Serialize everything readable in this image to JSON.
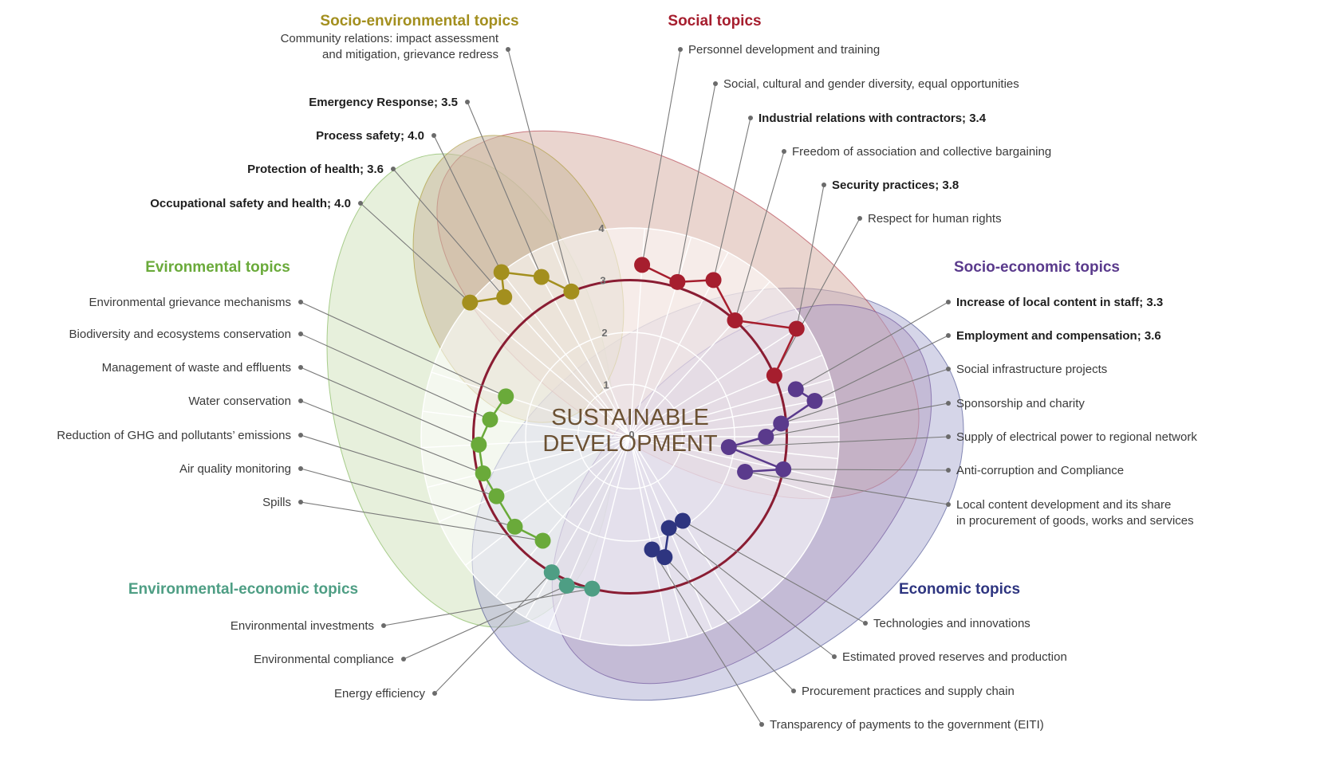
{
  "chart_data": {
    "type": "radar",
    "center_text": [
      "SUSTAINABLE",
      "DEVELOPMENT"
    ],
    "rlim": [
      0,
      4
    ],
    "ticks": [
      "0",
      "1",
      "2",
      "3",
      "4"
    ],
    "categories": [
      {
        "id": "social",
        "title": "Social topics",
        "color": "#a61e2e",
        "fill": "#d9b3a8"
      },
      {
        "id": "socioeco",
        "title": "Socio-economic topics",
        "color": "#5a3a8c",
        "fill": "#b6a6c6"
      },
      {
        "id": "economic",
        "title": "Economic topics",
        "color": "#2e3580",
        "fill": "#b3b3d6"
      },
      {
        "id": "envecon",
        "title": "Environmental-economic topics",
        "color": "#4e9e84",
        "fill": "#c4d6c8"
      },
      {
        "id": "env",
        "title": "Evironmental topics",
        "color": "#6aaa3a",
        "fill": "#d3e3c0"
      },
      {
        "id": "socioenv",
        "title": "Socio-environmental topics",
        "color": "#a38f1e",
        "fill": "#cbb9a0"
      }
    ],
    "topics": [
      {
        "label": "Personnel development and training",
        "value": 3.3,
        "group": "social"
      },
      {
        "label": "Social, cultural and gender diversity, equal opportunities",
        "value": 3.1,
        "group": "social"
      },
      {
        "label": "Industrial relations with contractors; 3.4",
        "value": 3.4,
        "group": "social",
        "bold": true
      },
      {
        "label": "Freedom of association and collective bargaining",
        "value": 3.0,
        "group": "social"
      },
      {
        "label": "Security practices; 3.8",
        "value": 3.8,
        "group": "social",
        "bold": true
      },
      {
        "label": "Respect for human rights",
        "value": 3.0,
        "group": "social"
      },
      {
        "label": "Increase of local content in staff; 3.3",
        "value": 3.3,
        "group": "socioeco",
        "bold": true
      },
      {
        "label": "Employment and compensation; 3.6",
        "value": 3.6,
        "group": "socioeco",
        "bold": true
      },
      {
        "label": "Social infrastructure projects",
        "value": 2.9,
        "group": "socioeco"
      },
      {
        "label": "Sponsorship and charity",
        "value": 2.6,
        "group": "socioeco"
      },
      {
        "label": "Supply of electrical power to regional network",
        "value": 1.9,
        "group": "socioeco"
      },
      {
        "label": "Anti-corruption and Compliance",
        "value": 3.0,
        "group": "socioeco"
      },
      {
        "label": "Local content development and its share\nin procurement of goods, works and services",
        "value": 2.3,
        "group": "socioeco"
      },
      {
        "label": "Technologies and innovations",
        "value": 1.9,
        "group": "economic"
      },
      {
        "label": "Estimated proved reserves and production",
        "value": 1.9,
        "group": "economic"
      },
      {
        "label": "Procurement practices and supply chain",
        "value": 2.4,
        "group": "economic"
      },
      {
        "label": "Transparency of payments to the government (EITI)",
        "value": 2.2,
        "group": "economic"
      },
      {
        "label": "Environmental investments",
        "value": 3.0,
        "group": "envecon"
      },
      {
        "label": "Environmental compliance",
        "value": 3.1,
        "group": "envecon"
      },
      {
        "label": "Energy efficiency",
        "value": 3.0,
        "group": "envecon"
      },
      {
        "label": "Spills",
        "value": 2.6,
        "group": "env"
      },
      {
        "label": "Air quality monitoring",
        "value": 2.8,
        "group": "env"
      },
      {
        "label": "Reduction of GHG and pollutants’ emissions",
        "value": 2.8,
        "group": "env"
      },
      {
        "label": "Water conservation",
        "value": 2.9,
        "group": "env"
      },
      {
        "label": "Management of waste and effluents",
        "value": 2.9,
        "group": "env"
      },
      {
        "label": "Biodiversity and ecosystems conservation",
        "value": 2.7,
        "group": "env"
      },
      {
        "label": "Environmental grievance mechanisms",
        "value": 2.5,
        "group": "env"
      },
      {
        "label": "Occupational safety and health; 4.0",
        "value": 4.0,
        "group": "socioenv",
        "bold": true
      },
      {
        "label": "Protection of health; 3.6",
        "value": 3.6,
        "group": "socioenv",
        "bold": true
      },
      {
        "label": "Process safety; 4.0",
        "value": 4.0,
        "group": "socioenv",
        "bold": true
      },
      {
        "label": "Emergency Response; 3.5",
        "value": 3.5,
        "group": "socioenv",
        "bold": true
      },
      {
        "label": "Community relations: impact assessment\nand mitigation, grievance redress",
        "value": 3.0,
        "group": "socioenv"
      }
    ]
  }
}
